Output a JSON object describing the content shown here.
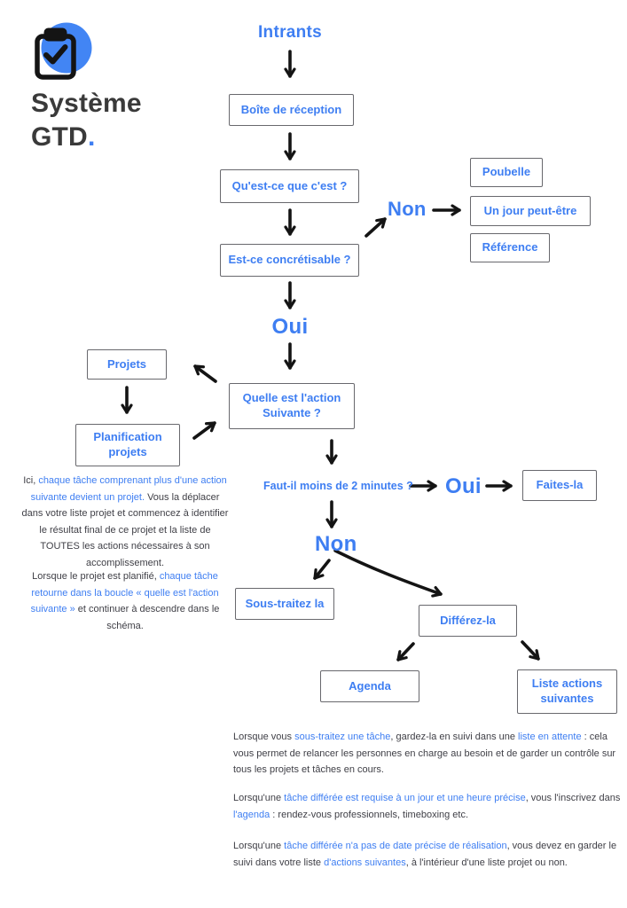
{
  "brand": {
    "logo_icon": "clipboard-check-icon",
    "title_line1": "Système",
    "title_line2": "GTD",
    "title_dot": ".",
    "circle_color": "#4285F4"
  },
  "colors": {
    "accent": "#3E7EF2",
    "text_dark": "#3F3F46",
    "box_border": "#68686D",
    "arrow": "#141414"
  },
  "flowchart": {
    "heading": "Intrants",
    "question_two_minutes": "Faut-il moins de 2 minutes ?",
    "decisions": {
      "non_top": "Non",
      "oui_mid": "Oui",
      "oui_right": "Oui",
      "non_bottom": "Non"
    },
    "boxes": {
      "inbox": "Boîte de réception",
      "what_is_it": "Qu'est-ce que c'est ?",
      "is_actionable": "Est-ce concrétisable ?",
      "trash": "Poubelle",
      "someday": "Un jour peut-être",
      "reference": "Référence",
      "next_action": "Quelle est l'action Suivante ?",
      "projects": "Projets",
      "project_planning": "Planification projets",
      "do_it": "Faites-la",
      "delegate": "Sous-traitez la",
      "defer": "Différez-la",
      "agenda": "Agenda",
      "next_actions_list": "Liste actions suivantes"
    }
  },
  "notes": {
    "left1": {
      "parts": [
        {
          "t": "Ici, "
        },
        {
          "t": "chaque tâche comprenant plus d'une action suivante devient un projet."
        },
        {
          "t": " Vous la déplacer dans votre liste projet et commencez à identifier le résultat final de ce projet et la liste de TOUTES les actions nécessaires à son accomplissement."
        }
      ]
    },
    "left2": {
      "parts": [
        {
          "t": "Lorsque le projet est planifié, "
        },
        {
          "t": "chaque tâche retourne dans la boucle « quelle est l'action suivante »"
        },
        {
          "t": " et continuer à descendre dans le schéma."
        }
      ]
    },
    "bottom1": {
      "parts": [
        {
          "t": "Lorsque vous "
        },
        {
          "t": "sous-traitez une tâche"
        },
        {
          "t": ", gardez-la en suivi dans une "
        },
        {
          "t": "liste en attente"
        },
        {
          "t": " : cela vous permet de relancer les personnes en charge au besoin et de garder un contrôle sur tous les projets et tâches en cours."
        }
      ]
    },
    "bottom2": {
      "parts": [
        {
          "t": "Lorsqu'une "
        },
        {
          "t": "tâche différée est requise à un jour et une heure précise"
        },
        {
          "t": ", vous l'inscrivez dans "
        },
        {
          "t": "l'agenda"
        },
        {
          "t": " : rendez-vous professionnels, timeboxing etc."
        }
      ]
    },
    "bottom3": {
      "parts": [
        {
          "t": "Lorsqu'une "
        },
        {
          "t": "tâche différée n'a pas de date précise de réalisation"
        },
        {
          "t": ", vous devez en garder le suivi dans votre liste "
        },
        {
          "t": "d'actions suivantes"
        },
        {
          "t": ", à l'intérieur d'une liste projet ou non."
        }
      ]
    }
  }
}
